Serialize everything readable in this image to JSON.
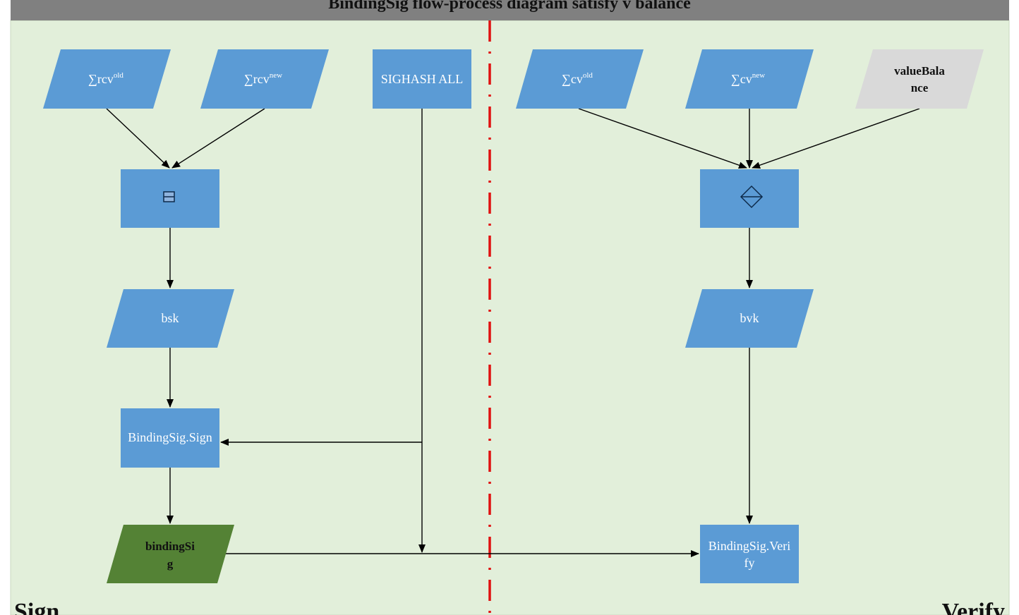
{
  "title": "BindingSig flow-process diagram satisfy v balance",
  "lanes": {
    "left": "Sign",
    "right": "Verify"
  },
  "nodes": {
    "rcv_old": {
      "base": "∑rcv",
      "sup": "old"
    },
    "rcv_new": {
      "base": "∑rcv",
      "sup": "new"
    },
    "sighash": {
      "label": "SIGHASH ALL"
    },
    "cv_old": {
      "base": "∑cv",
      "sup": "old"
    },
    "cv_new": {
      "base": "∑cv",
      "sup": "new"
    },
    "value_balance": {
      "line1": "valueBala",
      "line2": "nce"
    },
    "subtract_op": {
      "label": "⊟"
    },
    "bsk": {
      "label": "bsk"
    },
    "bvk": {
      "label": "bvk"
    },
    "sign": {
      "label": "BindingSig.Sign"
    },
    "binding_sig": {
      "line1": "bindingSi",
      "line2": "g"
    },
    "verify": {
      "line1": "BindingSig.Veri",
      "line2": "fy"
    }
  },
  "colors": {
    "node": "#5b9bd5",
    "output": "#548235",
    "input_gray": "#d9d9d9",
    "background": "#e2efda",
    "header": "#808080",
    "divider": "#e01010"
  }
}
